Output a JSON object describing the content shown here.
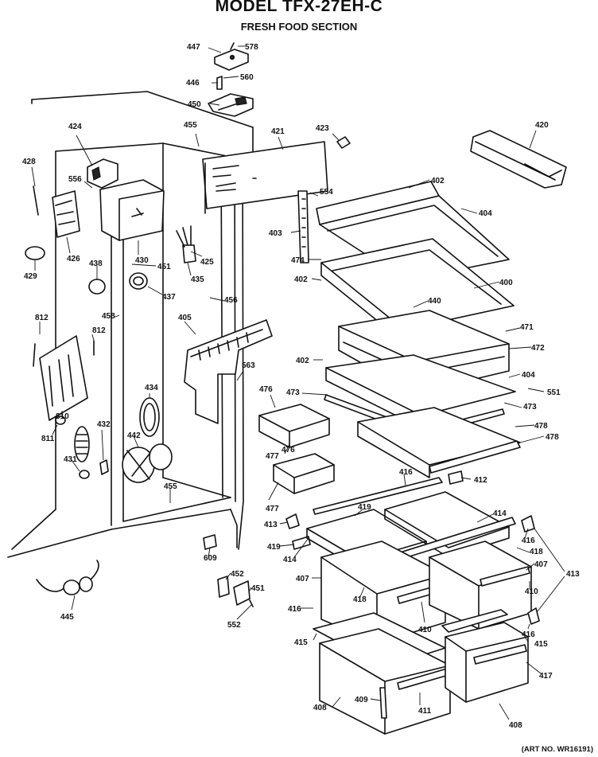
{
  "header": {
    "title": "MODEL TFX-27EH-C",
    "subtitle": "FRESH FOOD SECTION"
  },
  "footer": {
    "art_no": "(ART NO. WR16191)"
  },
  "callouts": [
    {
      "id": "c447",
      "text": "447"
    },
    {
      "id": "c578",
      "text": "578"
    },
    {
      "id": "c446",
      "text": "446"
    },
    {
      "id": "c560",
      "text": "560"
    },
    {
      "id": "c450",
      "text": "450"
    },
    {
      "id": "c455a",
      "text": "455"
    },
    {
      "id": "c421",
      "text": "421"
    },
    {
      "id": "c423",
      "text": "423"
    },
    {
      "id": "c420",
      "text": "420"
    },
    {
      "id": "c424",
      "text": "424"
    },
    {
      "id": "c428",
      "text": "428"
    },
    {
      "id": "c556",
      "text": "556"
    },
    {
      "id": "c402a",
      "text": "402"
    },
    {
      "id": "c554",
      "text": "554"
    },
    {
      "id": "c404a",
      "text": "404"
    },
    {
      "id": "c403",
      "text": "403"
    },
    {
      "id": "c426",
      "text": "426"
    },
    {
      "id": "c430",
      "text": "430"
    },
    {
      "id": "c425",
      "text": "425"
    },
    {
      "id": "c429",
      "text": "429"
    },
    {
      "id": "c438",
      "text": "438"
    },
    {
      "id": "c451a",
      "text": "451"
    },
    {
      "id": "c435",
      "text": "435"
    },
    {
      "id": "c474",
      "text": "474"
    },
    {
      "id": "c402b",
      "text": "402"
    },
    {
      "id": "c400",
      "text": "400"
    },
    {
      "id": "c437",
      "text": "437"
    },
    {
      "id": "c456",
      "text": "456"
    },
    {
      "id": "c440",
      "text": "440"
    },
    {
      "id": "c458",
      "text": "458"
    },
    {
      "id": "c812a",
      "text": "812"
    },
    {
      "id": "c812b",
      "text": "812"
    },
    {
      "id": "c405",
      "text": "405"
    },
    {
      "id": "c471",
      "text": "471"
    },
    {
      "id": "c472",
      "text": "472"
    },
    {
      "id": "c402c",
      "text": "402"
    },
    {
      "id": "c563",
      "text": "563"
    },
    {
      "id": "c404b",
      "text": "404"
    },
    {
      "id": "c551",
      "text": "551"
    },
    {
      "id": "c434",
      "text": "434"
    },
    {
      "id": "c476a",
      "text": "476"
    },
    {
      "id": "c473a",
      "text": "473"
    },
    {
      "id": "c473b",
      "text": "473"
    },
    {
      "id": "c810",
      "text": "810"
    },
    {
      "id": "c811",
      "text": "811"
    },
    {
      "id": "c432",
      "text": "432"
    },
    {
      "id": "c478a",
      "text": "478"
    },
    {
      "id": "c478b",
      "text": "478"
    },
    {
      "id": "c442",
      "text": "442"
    },
    {
      "id": "c476b",
      "text": "476"
    },
    {
      "id": "c477a",
      "text": "477"
    },
    {
      "id": "c431",
      "text": "431"
    },
    {
      "id": "c416a",
      "text": "416"
    },
    {
      "id": "c412",
      "text": "412"
    },
    {
      "id": "c455b",
      "text": "455"
    },
    {
      "id": "c477b",
      "text": "477"
    },
    {
      "id": "c419a",
      "text": "419"
    },
    {
      "id": "c414a",
      "text": "414"
    },
    {
      "id": "c413a",
      "text": "413"
    },
    {
      "id": "c416b",
      "text": "416"
    },
    {
      "id": "c609",
      "text": "609"
    },
    {
      "id": "c419b",
      "text": "419"
    },
    {
      "id": "c414b",
      "text": "414"
    },
    {
      "id": "c418a",
      "text": "418"
    },
    {
      "id": "c407a",
      "text": "407"
    },
    {
      "id": "c413b",
      "text": "413"
    },
    {
      "id": "c452",
      "text": "452"
    },
    {
      "id": "c451b",
      "text": "451"
    },
    {
      "id": "c407b",
      "text": "407"
    },
    {
      "id": "c418b",
      "text": "418"
    },
    {
      "id": "c410a",
      "text": "410"
    },
    {
      "id": "c445",
      "text": "445"
    },
    {
      "id": "c552",
      "text": "552"
    },
    {
      "id": "c416c",
      "text": "416"
    },
    {
      "id": "c410b",
      "text": "410"
    },
    {
      "id": "c416d",
      "text": "416"
    },
    {
      "id": "c415a",
      "text": "415"
    },
    {
      "id": "c415b",
      "text": "415"
    },
    {
      "id": "c417",
      "text": "417"
    },
    {
      "id": "c408a",
      "text": "408"
    },
    {
      "id": "c409",
      "text": "409"
    },
    {
      "id": "c411",
      "text": "411"
    },
    {
      "id": "c408b",
      "text": "408"
    }
  ]
}
